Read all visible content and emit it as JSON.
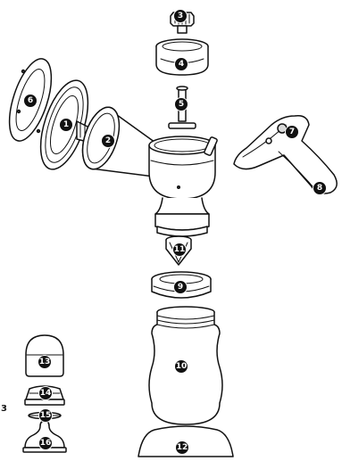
{
  "page": {
    "background": "#ffffff",
    "line_color": "#111111",
    "callout_color": "#111111"
  },
  "side_label": "3",
  "callouts": [
    {
      "number": "1",
      "part": "valve-flange-membrane"
    },
    {
      "number": "2",
      "part": "breast-shield-funnel"
    },
    {
      "number": "3",
      "part": "top-knob"
    },
    {
      "number": "4",
      "part": "piston-cap"
    },
    {
      "number": "5",
      "part": "piston-stem"
    },
    {
      "number": "6",
      "part": "massage-cushion"
    },
    {
      "number": "7",
      "part": "handle-pivot"
    },
    {
      "number": "8",
      "part": "pump-handle"
    },
    {
      "number": "9",
      "part": "bottle-collar-ring"
    },
    {
      "number": "10",
      "part": "feeding-bottle"
    },
    {
      "number": "11",
      "part": "duckbill-valve"
    },
    {
      "number": "12",
      "part": "bottle-stand"
    },
    {
      "number": "13",
      "part": "teat-hood-cap"
    },
    {
      "number": "14",
      "part": "teat-screw-ring"
    },
    {
      "number": "15",
      "part": "sealing-disc"
    },
    {
      "number": "16",
      "part": "teat-nipple"
    }
  ]
}
